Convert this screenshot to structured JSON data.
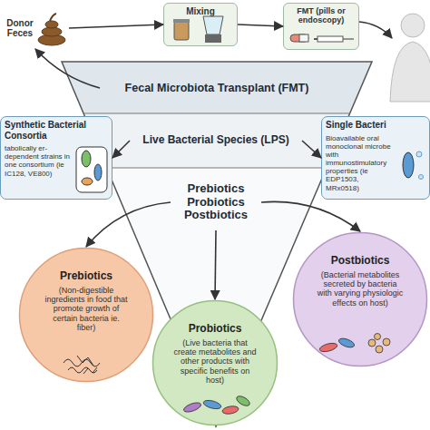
{
  "diagram": {
    "nodes": [
      {
        "text": [
          "Donor Feces"
        ]
      },
      {
        "text": [
          "Mixing"
        ]
      },
      {
        "text": [
          "FMT (pills or endoscopy)"
        ]
      },
      {
        "text": [
          "Fecal Microbiota Transplant (FMT)"
        ]
      },
      {
        "text": [
          "Synthetic Bacterial Consortia",
          "tabolically er-dependent strains in one consortium (ie IC128, VE800)"
        ]
      },
      {
        "text": [
          "Live Bacterial Species (LPS)"
        ]
      },
      {
        "text": [
          "Single Bacteri",
          "Bioavailable oral monoclonal microbe with immunostimulatory properties (ie EDP1503, MRx0518)"
        ]
      },
      {
        "text": [
          "Prebiotics Probiotics Postbiotics"
        ]
      },
      {
        "text": [
          "Prebiotics",
          "(Non-digestible ingredients in food that promote growth of certain bacteria ie. fiber)"
        ]
      },
      {
        "text": [
          "Probiotics",
          "(Live bacteria that create metabolites and other products with specific benefits on host)"
        ]
      },
      {
        "text": [
          "Postbiotics",
          "(Bacterial metabolites secreted by bacteria with varying physiologic effects on host)"
        ]
      }
    ],
    "edges": [
      {
        "from": 0,
        "to": 1,
        "arrow": "to"
      },
      {
        "from": 1,
        "to": 2,
        "arrow": "to"
      },
      {
        "from": 3,
        "to": 0,
        "arrow": "to"
      },
      {
        "from": 5,
        "to": 4,
        "arrow": "to"
      },
      {
        "from": 5,
        "to": 6,
        "arrow": "to"
      },
      {
        "from": 7,
        "to": 8,
        "arrow": "to"
      },
      {
        "from": 7,
        "to": 9,
        "arrow": "to"
      },
      {
        "from": 7,
        "to": 10,
        "arrow": "to"
      }
    ]
  }
}
